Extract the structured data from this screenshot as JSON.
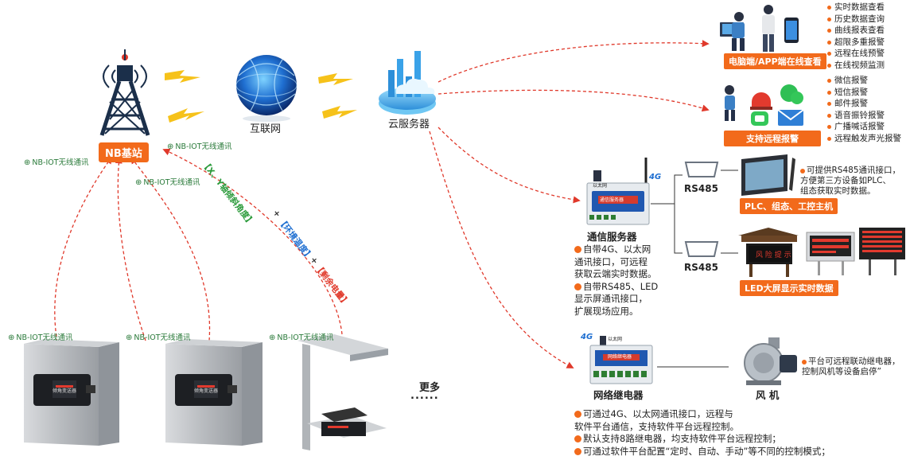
{
  "nodes": {
    "nb_station": "NB基站",
    "internet": "互联网",
    "cloud": "云服务器",
    "comm_server": "通信服务器",
    "rs485_a": "RS485",
    "rs485_b": "RS485",
    "relay": "网络继电器",
    "fan": "风 机",
    "more": "更多",
    "more_dots": "......"
  },
  "nbiot_label": "NB-IOT无线通讯",
  "measurements": {
    "tilt": "【X、Y轴倾斜角度】",
    "plus1": "+",
    "temp": "【环境温度】",
    "plus2": "+",
    "battery": "【剩余电量】"
  },
  "device_label": "倾角变送器",
  "orange_labels": {
    "pc_app": "电脑端/APP端在线查看",
    "remote_alarm": "支持远程报警",
    "plc": "PLC、组态、工控主机",
    "led": "LED大屏显示实时数据"
  },
  "online_features": [
    "实时数据查看",
    "历史数据查询",
    "曲线报表查看",
    "超限多重报警",
    "远程在线预警",
    "在线视频监测"
  ],
  "alarm_features": [
    "微信报警",
    "短信报警",
    "邮件报警",
    "语音振铃报警",
    "广播喊话报警",
    "远程触发声光报警"
  ],
  "plc_note": [
    "可提供RS485通讯接口，",
    "方便第三方设备如PLC、",
    "组态获取实时数据。"
  ],
  "fan_note": [
    "平台可远程联动继电器，",
    "控制风机等设备启停”"
  ],
  "comm_desc": [
    {
      "dot": true,
      "text": "自带4G、以太网"
    },
    {
      "dot": false,
      "text": "通讯接口，可远程"
    },
    {
      "dot": false,
      "text": "获取云端实时数据。"
    },
    {
      "dot": true,
      "text": "自带RS485、LED"
    },
    {
      "dot": false,
      "text": "显示屏通讯接口，"
    },
    {
      "dot": false,
      "text": "扩展现场应用。"
    }
  ],
  "relay_desc": [
    {
      "dot": true,
      "text": "可通过4G、以太网通讯接口，远程与"
    },
    {
      "dot": false,
      "text": "软件平台通信，支持软件平台远程控制。"
    },
    {
      "dot": true,
      "text": "默认支持8路继电器，均支持软件平台远程控制；"
    },
    {
      "dot": true,
      "text": "可通过软件平台配置“定时、自动、手动”等不同的控制模式；"
    }
  ],
  "badges": {
    "g4a": "4G",
    "g4b": "4G",
    "ethernet": "以太网",
    "ethernet2": "以太网"
  },
  "device_names": {
    "comm_device": "通信服务器",
    "relay_device": "网络继电器"
  },
  "led_sign_text": "风 险 提 示",
  "colors": {
    "accent": "#f26a1b",
    "link": "#e0392b",
    "green": "#2a7a3a",
    "blue": "#1f6fd1"
  }
}
